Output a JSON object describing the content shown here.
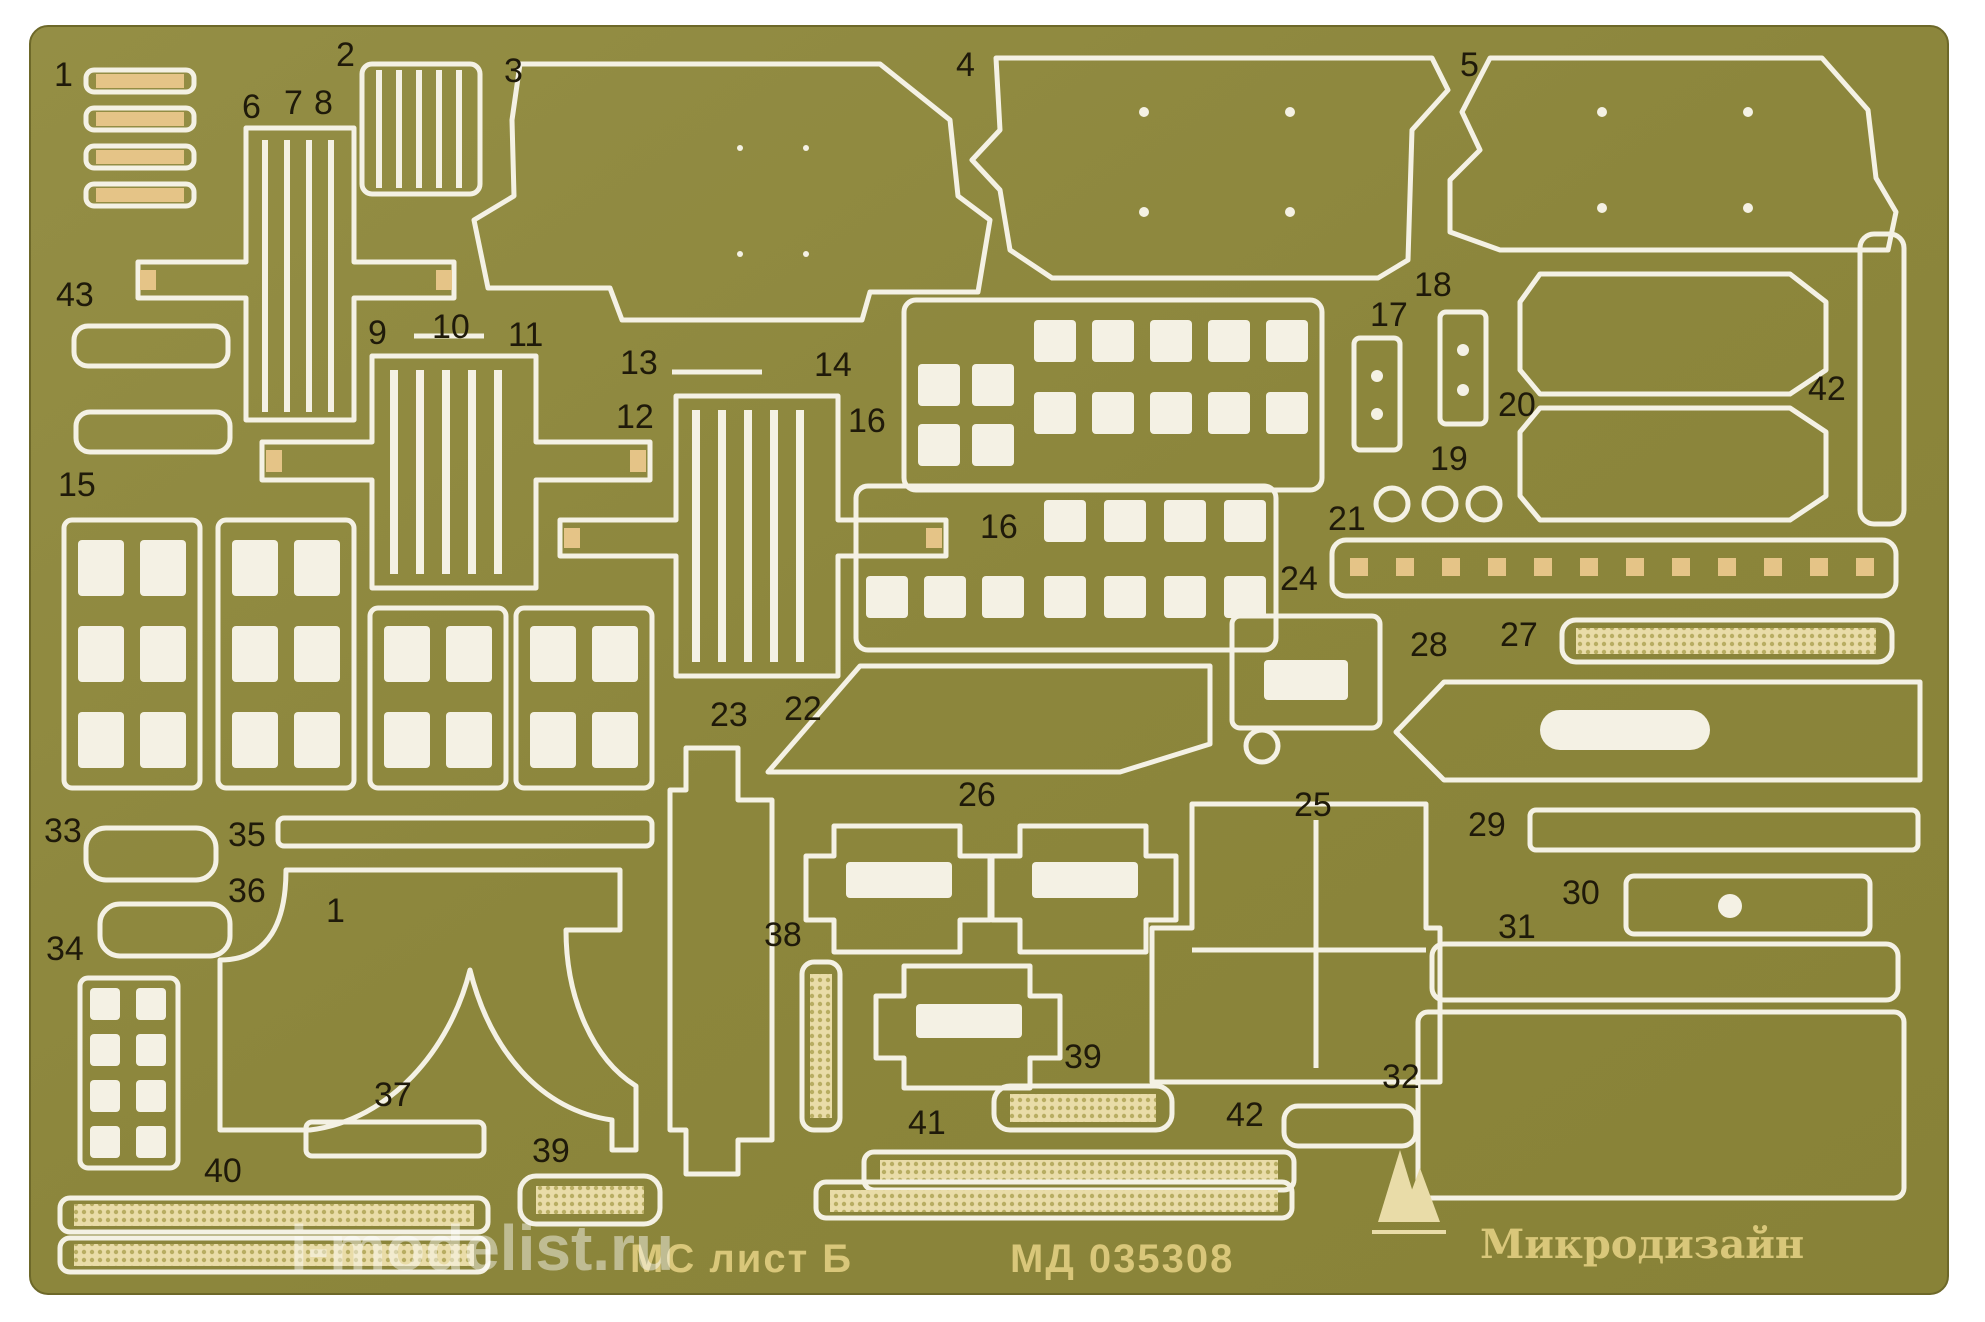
{
  "sheet": {
    "brand": "Микродизайн",
    "product_code": "МД 035308",
    "sheet_label": "МС  лист Б",
    "watermark": "i-modelist.ru",
    "colors": {
      "brass": "#8f8a3f",
      "cut": "#f4f1e4",
      "tab": "#e5c487",
      "numbers": "#1f1a0a"
    }
  },
  "part_numbers": [
    "1",
    "2",
    "3",
    "4",
    "5",
    "6",
    "7",
    "8",
    "9",
    "10",
    "11",
    "12",
    "13",
    "14",
    "15",
    "16",
    "16",
    "17",
    "18",
    "19",
    "20",
    "21",
    "22",
    "23",
    "24",
    "25",
    "26",
    "27",
    "28",
    "29",
    "30",
    "31",
    "32",
    "33",
    "34",
    "35",
    "36",
    "37",
    "38",
    "39",
    "39",
    "40",
    "41",
    "42",
    "42",
    "43"
  ],
  "part_labels": {
    "part_1": "1",
    "part_2": "2",
    "part_3": "3",
    "part_4": "4",
    "part_5": "5",
    "part_6": "6",
    "part_7": "7",
    "part_8": "8",
    "part_9": "9",
    "part_10": "10",
    "part_11": "11",
    "part_12": "12",
    "part_13": "13",
    "part_14": "14",
    "part_15": "15",
    "part_16a": "16",
    "part_16b": "16",
    "part_17": "17",
    "part_18": "18",
    "part_19": "19",
    "part_20": "20",
    "part_21": "21",
    "part_22": "22",
    "part_23": "23",
    "part_24": "24",
    "part_25": "25",
    "part_26": "26",
    "part_27": "27",
    "part_28": "28",
    "part_29": "29",
    "part_30": "30",
    "part_31": "31",
    "part_32": "32",
    "part_33": "33",
    "part_34": "34",
    "part_35": "35",
    "part_36": "36",
    "part_37": "37",
    "part_38": "38",
    "part_39a": "39",
    "part_39b": "39",
    "part_40": "40",
    "part_41": "41",
    "part_42a": "42",
    "part_42b": "42",
    "part_43": "43",
    "mark_1": "1"
  }
}
